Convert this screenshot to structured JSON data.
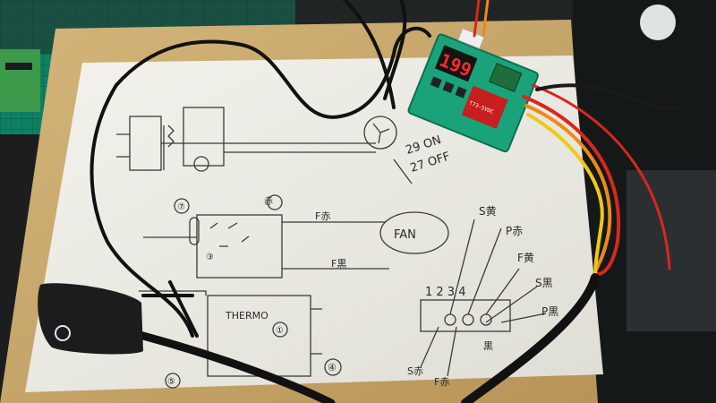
{
  "photo": {
    "subject": "photo",
    "thermostat": {
      "display_value": "199",
      "chip_text": "T73-5VDC"
    },
    "schematic_labels": {
      "fan_top_note_line1": "29 ON",
      "fan_top_note_line2": "27 OFF",
      "fan": "FAN",
      "thermo": "THERMO",
      "wire_f_red": "F赤",
      "wire_f_black": "F黒",
      "terminal_numbers": "1 2 3 4",
      "s_yellow": "S黄",
      "p_red": "P赤",
      "f_yellow": "F黄",
      "s_black": "S黒",
      "p_black": "P黒",
      "s_red": "S赤",
      "f_red_bottom": "F赤",
      "kuro_label": "黒",
      "red_label": "赤",
      "circled_a": "⑦",
      "circled_b": "⑤",
      "circled_c": "④",
      "circled_d": "③",
      "circled_e": "①"
    },
    "colors": {
      "mat": "#0f7f62",
      "board": "#c9a96b",
      "paper": "#efeee8",
      "pcb": "#1aa37a",
      "wire_red": "#d6281c",
      "wire_orange": "#ee8a18",
      "wire_yellow": "#f0c814",
      "cable": "#121212",
      "led": "#ff2a2a"
    }
  }
}
